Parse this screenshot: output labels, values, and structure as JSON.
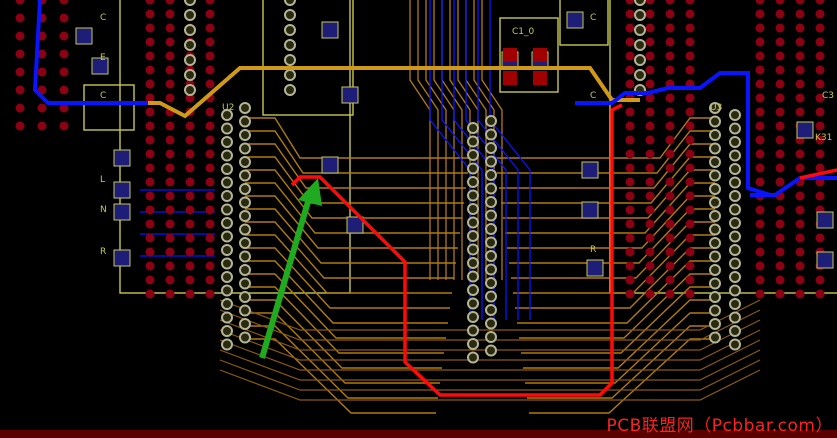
{
  "view": {
    "watermark": "PCB联盟网（Pcbbar.com）",
    "colors": {
      "background": "#000000",
      "bottom_layer_trace": "#0a14ff",
      "top_layer_trace": "#c88c14",
      "highlight_trace": "#ff0a0a",
      "silkscreen": "#c8c850",
      "pad": "#b4b496",
      "via": "#8c0014",
      "arrow": "#1faa1f"
    },
    "silk_labels": {
      "c_top_left": "C",
      "e_left": "E",
      "c_left2": "C",
      "l_left": "L",
      "n_left": "N",
      "r_left": "R",
      "u2": "U2",
      "c1_0": "C1_0",
      "c_right_top": "C",
      "c_right_mid": "C",
      "u3": "U3",
      "r_right": "R",
      "c3_right": "C3",
      "k_right": "K31"
    },
    "arrow_icon": "green-arrow-pointer"
  }
}
